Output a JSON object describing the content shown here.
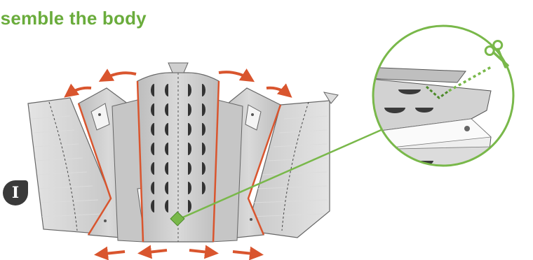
{
  "header": {
    "title": "ssemble the body"
  },
  "step": {
    "label": "I"
  },
  "icons": {
    "scissors": "scissors-icon",
    "rotate_arrows": "curved-arrow-icon",
    "magnifier": "zoom-callout"
  },
  "colors": {
    "title": "#6aac3c",
    "arrows": "#d9552e",
    "cut_edges": "#d9552e",
    "callout": "#79b84a",
    "paper": "#d4d4d4",
    "panel_light": "#ececec",
    "badge": "#3a3a3a"
  }
}
